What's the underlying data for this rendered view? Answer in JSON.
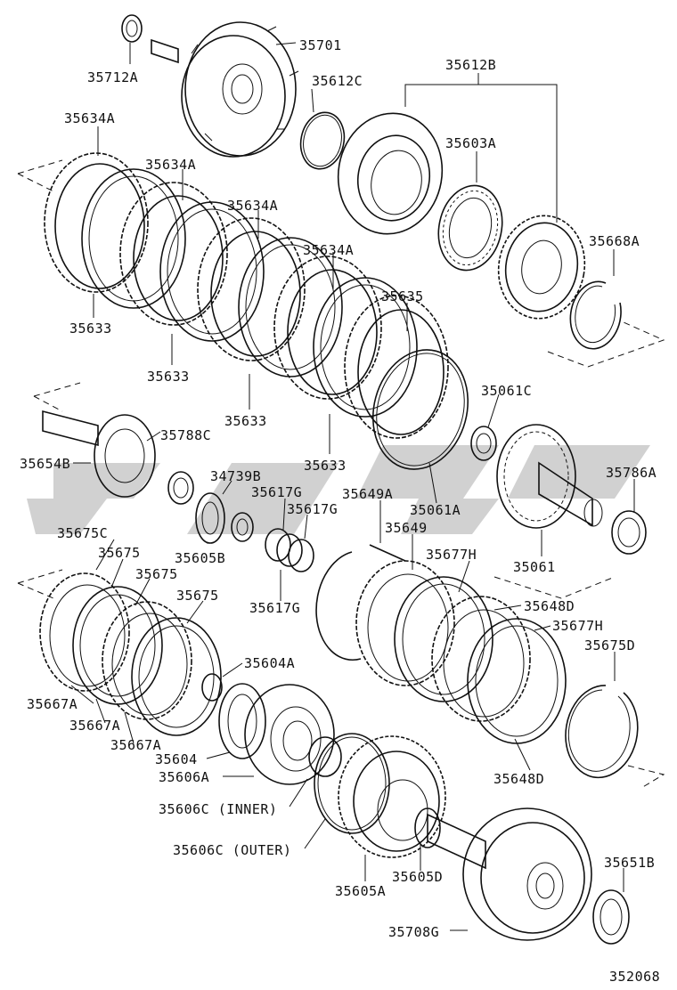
{
  "diagram": {
    "figure_number": "352068",
    "colors": {
      "ink": "#111111",
      "watermark": "#c9c9c9",
      "background": "#ffffff"
    },
    "parts": [
      "35712A",
      "35701",
      "35612C",
      "35612B",
      "35603A",
      "35668A",
      "35634A",
      "35634A",
      "35634A",
      "35634A",
      "35633",
      "35633",
      "35633",
      "35633",
      "35635",
      "35061C",
      "35654B",
      "35788C",
      "34739B",
      "35617G",
      "35617G",
      "35617G",
      "35649A",
      "35649",
      "35605B",
      "35061A",
      "35061",
      "35786A",
      "35675C",
      "35675",
      "35675",
      "35675",
      "35677H",
      "35648D",
      "35677H",
      "35675D",
      "35604A",
      "35667A",
      "35667A",
      "35667A",
      "35604",
      "35606A",
      "35606C (INNER)",
      "35606C (OUTER)",
      "35648D",
      "35605D",
      "35605A",
      "35651B",
      "35708G"
    ]
  }
}
